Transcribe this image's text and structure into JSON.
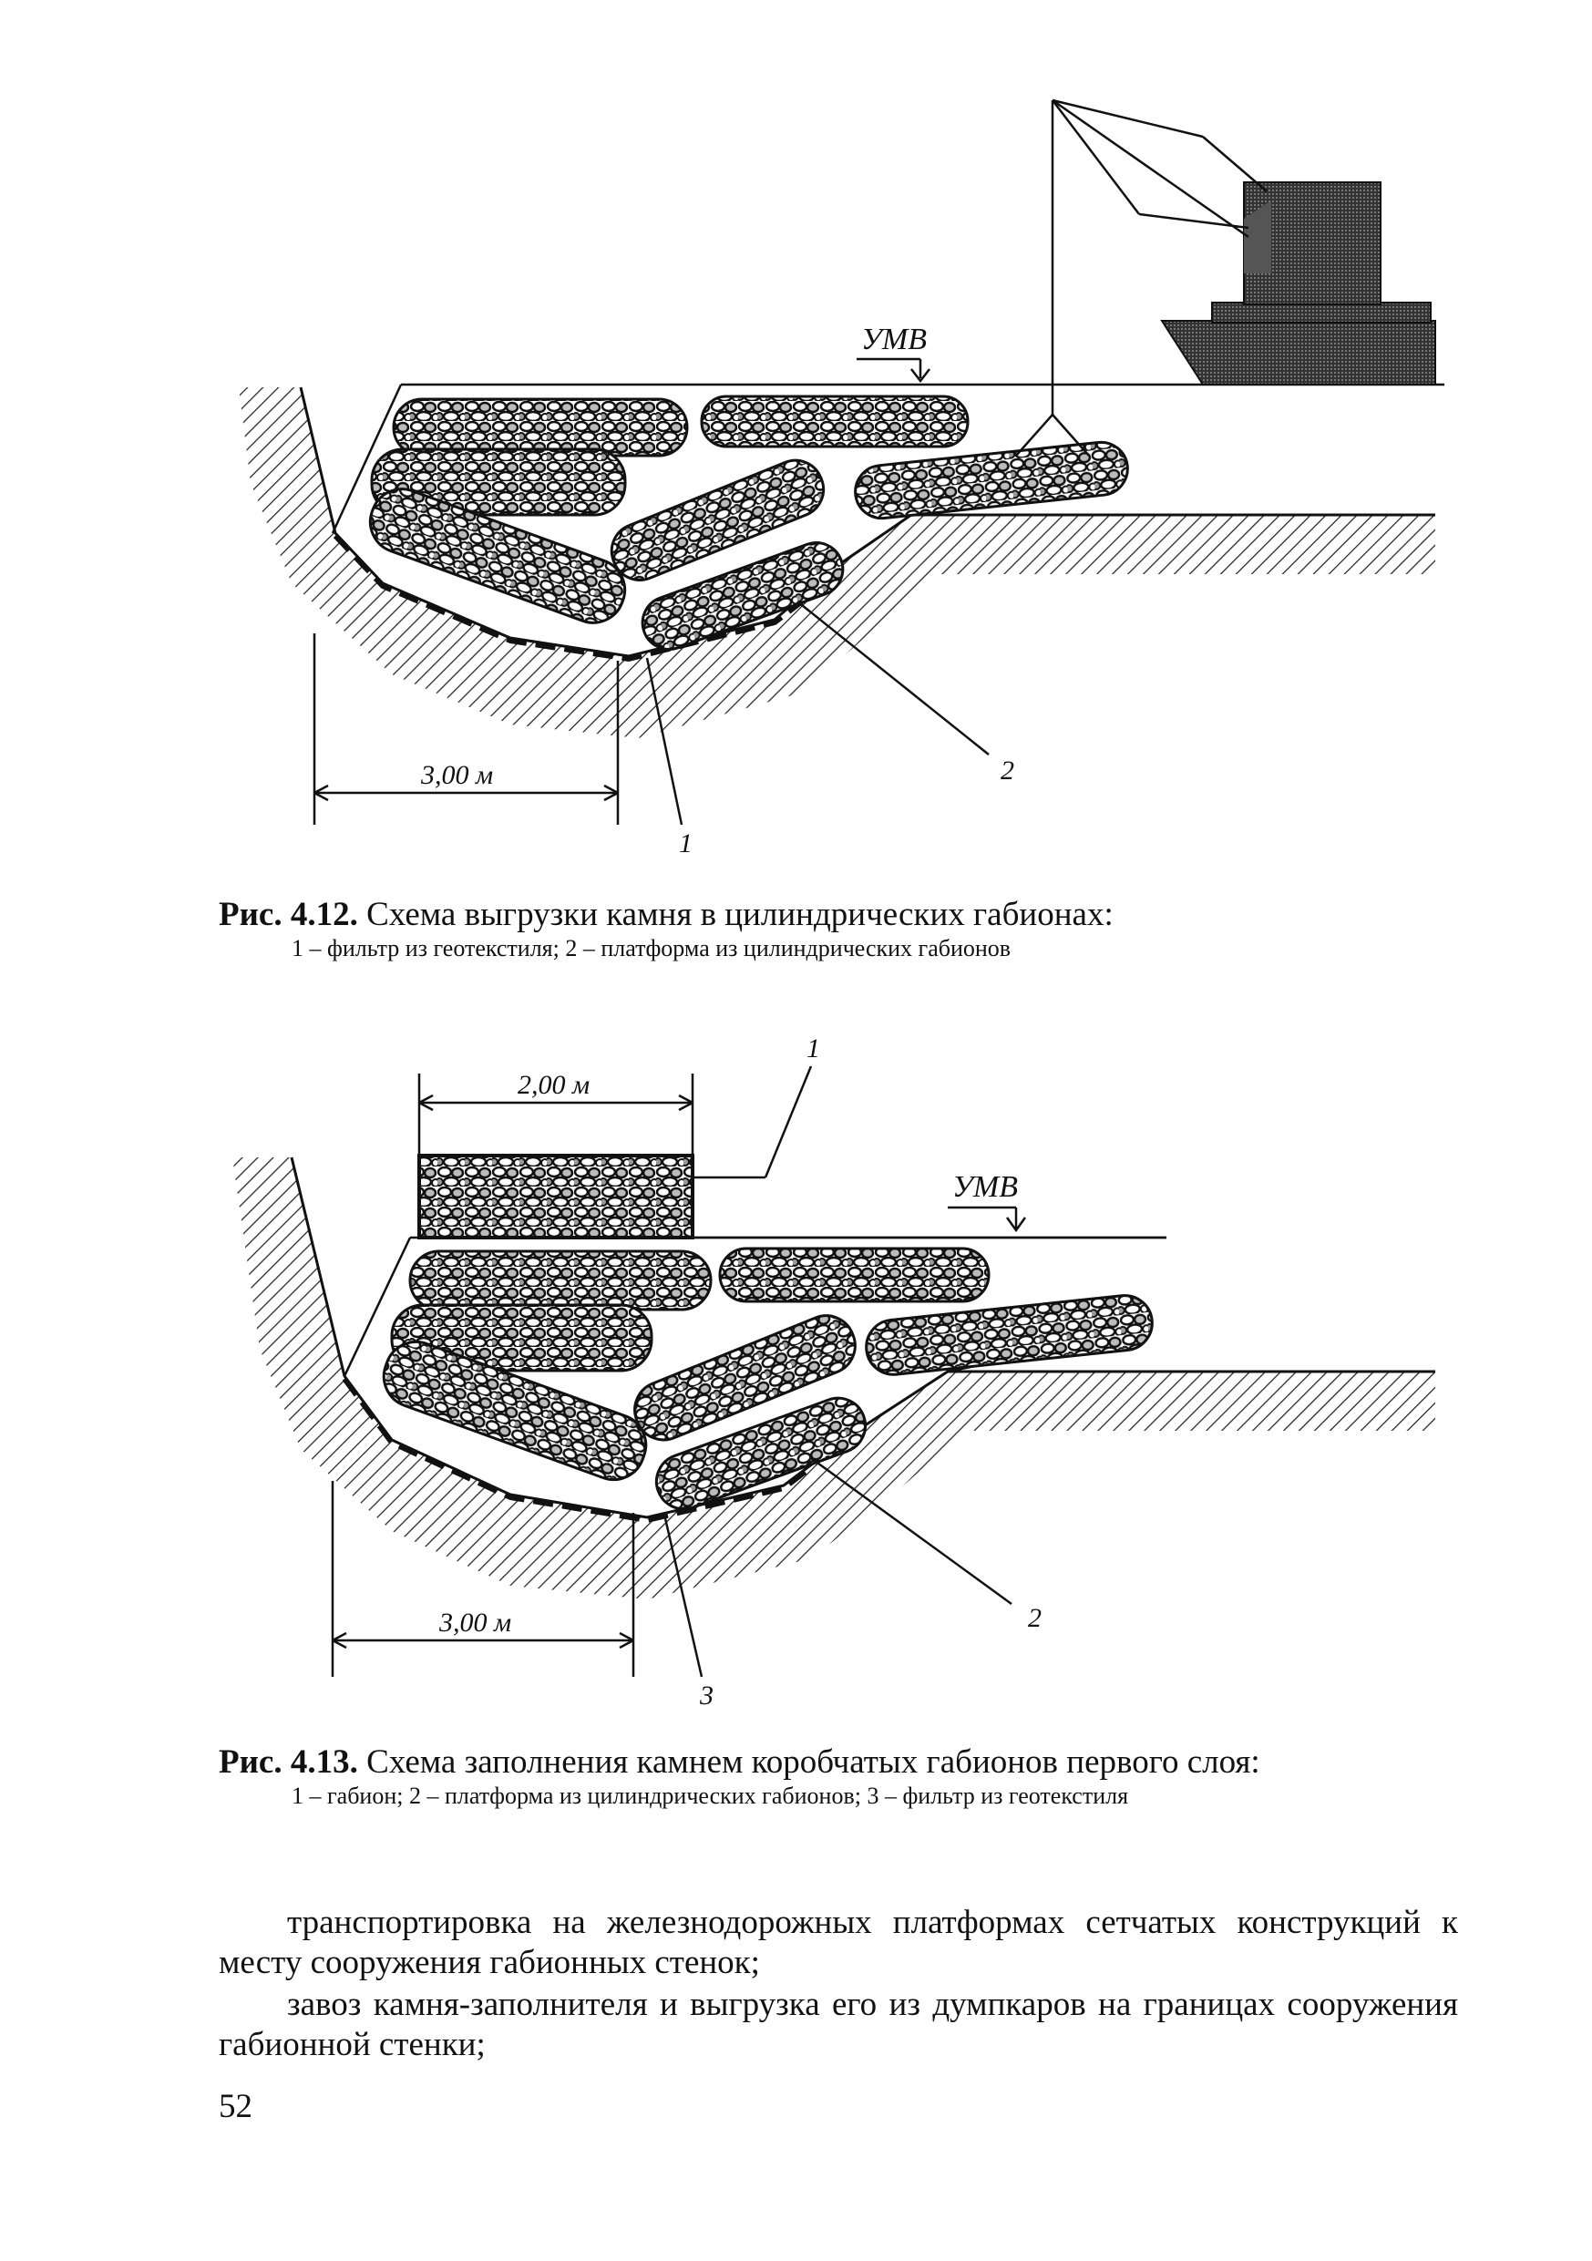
{
  "figure1": {
    "water_label": "УМВ",
    "dimension": "3,00 м",
    "callout_1": "1",
    "callout_2": "2",
    "caption_number": "Рис. 4.12.",
    "caption_title": "Схема выгрузки камня в цилиндрических габионах:",
    "legend": "1 – фильтр из геотекстиля; 2 – платформа из цилиндрических габионов"
  },
  "figure2": {
    "water_label": "УМВ",
    "top_dimension": "2,00 м",
    "dimension": "3,00 м",
    "callout_1": "1",
    "callout_2": "2",
    "callout_3": "3",
    "caption_number": "Рис. 4.13.",
    "caption_title": "Схема заполнения камнем коробчатых габионов первого слоя:",
    "legend": "1 – габион; 2 – платформа из цилиндрических габионов; 3 – фильтр из геотекстиля"
  },
  "body": {
    "paragraph1": "транспортировка на железнодорожных платформах сетчатых конструкций к месту сооружения габионных стенок;",
    "paragraph2": "завоз камня-заполнителя и выгрузка его из думпкаров на границах сооружения габионной стенки;"
  },
  "page_number": "52"
}
